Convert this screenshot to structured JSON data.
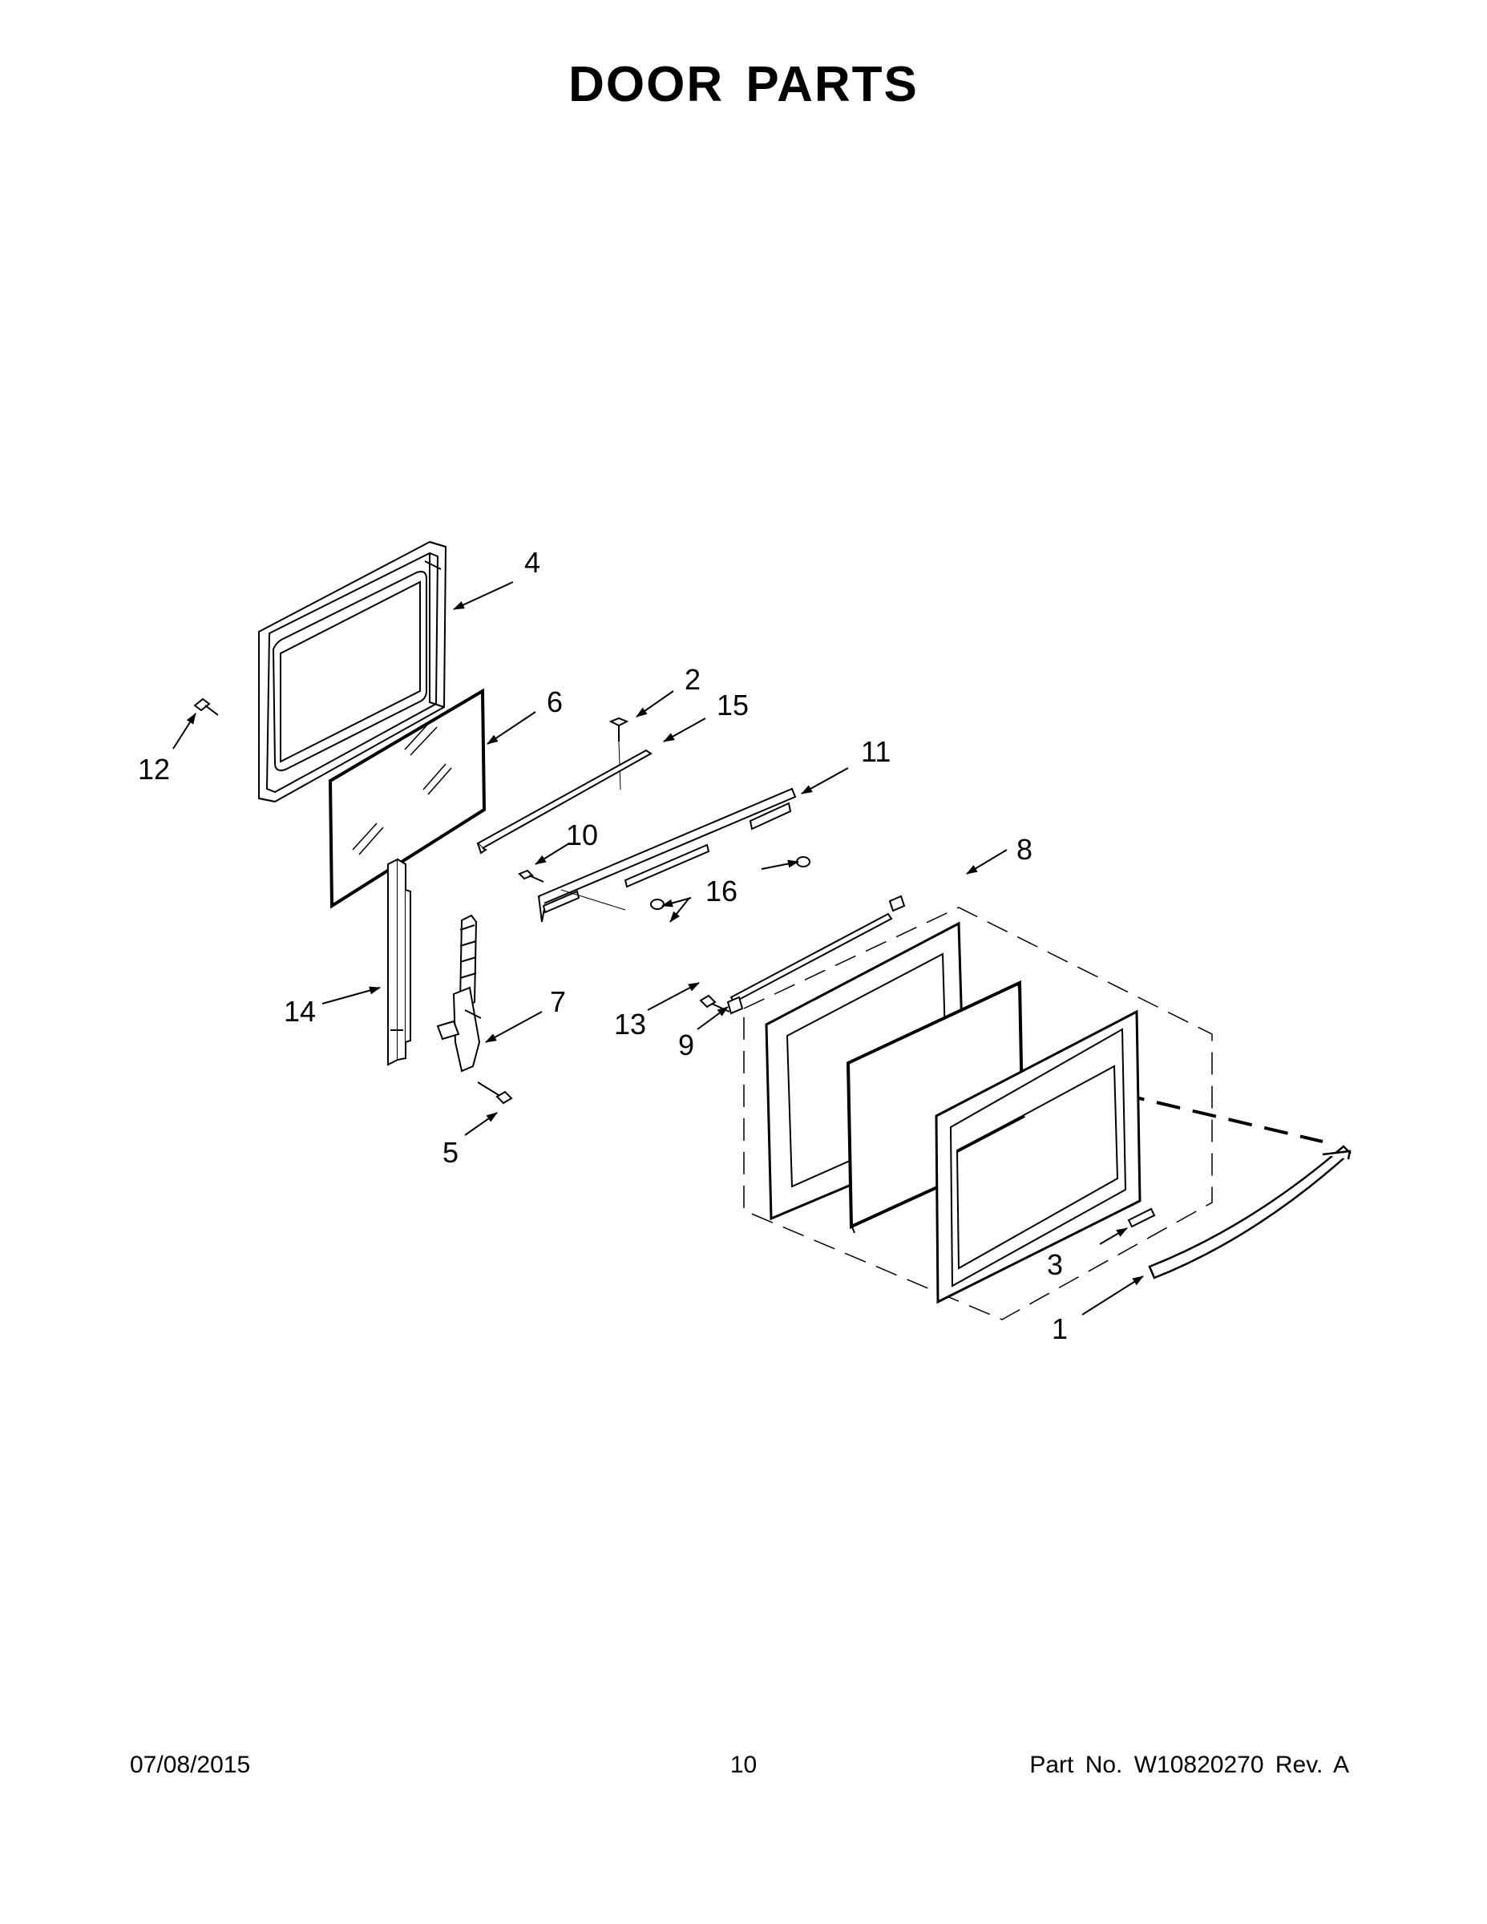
{
  "page": {
    "title": "DOOR PARTS",
    "footer": {
      "date": "07/08/2015",
      "page_number": "10",
      "part_number": "Part No.  W10820270  Rev.  A"
    }
  },
  "callouts": [
    {
      "id": "4",
      "label": "4"
    },
    {
      "id": "2",
      "label": "2"
    },
    {
      "id": "15",
      "label": "15"
    },
    {
      "id": "6",
      "label": "6"
    },
    {
      "id": "12",
      "label": "12"
    },
    {
      "id": "11",
      "label": "11"
    },
    {
      "id": "10",
      "label": "10"
    },
    {
      "id": "8",
      "label": "8"
    },
    {
      "id": "16",
      "label": "16"
    },
    {
      "id": "14",
      "label": "14"
    },
    {
      "id": "7",
      "label": "7"
    },
    {
      "id": "13",
      "label": "13"
    },
    {
      "id": "9",
      "label": "9"
    },
    {
      "id": "5",
      "label": "5"
    },
    {
      "id": "3",
      "label": "3"
    },
    {
      "id": "1",
      "label": "1"
    }
  ]
}
